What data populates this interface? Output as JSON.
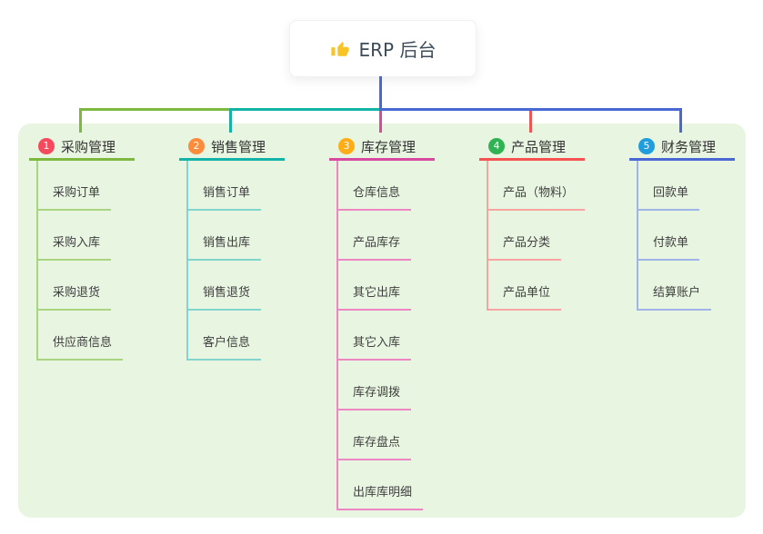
{
  "root": {
    "label": "ERP 后台",
    "icon": "thumbs-up-icon",
    "icon_color": "#f7c325"
  },
  "colors": {
    "page_bg": "#ffffff",
    "panel_bg": "#e8f5e1",
    "root_connector": "#4a68d4",
    "card_bg": "#ffffff",
    "root_text": "#3d4b59",
    "node_text": "#3f3f3f",
    "header_text": "#333333"
  },
  "branches": [
    {
      "badge": "1",
      "label": "采购管理",
      "badge_color": "#f5495e",
      "line_color": "#7cb93e",
      "tint_color": "#a9d480",
      "children": [
        "采购订单",
        "采购入库",
        "采购退货",
        "供应商信息"
      ]
    },
    {
      "badge": "2",
      "label": "销售管理",
      "badge_color": "#fb8c3c",
      "line_color": "#14b3a7",
      "tint_color": "#82d5cd",
      "children": [
        "销售订单",
        "销售出库",
        "销售退货",
        "客户信息"
      ]
    },
    {
      "badge": "3",
      "label": "库存管理",
      "badge_color": "#ffad17",
      "line_color": "#d84a9f",
      "tint_color": "#ee86c4",
      "children": [
        "仓库信息",
        "产品库存",
        "其它出库",
        "其它入库",
        "库存调拨",
        "库存盘点",
        "出库库明细"
      ]
    },
    {
      "badge": "4",
      "label": "产品管理",
      "badge_color": "#32b353",
      "line_color": "#f75252",
      "tint_color": "#f8a5a2",
      "children": [
        "产品（物料）",
        "产品分类",
        "产品单位"
      ]
    },
    {
      "badge": "5",
      "label": "财务管理",
      "badge_color": "#209ddd",
      "line_color": "#4a68d4",
      "tint_color": "#9fb5e8",
      "children": [
        "回款单",
        "付款单",
        "结算账户"
      ]
    }
  ]
}
